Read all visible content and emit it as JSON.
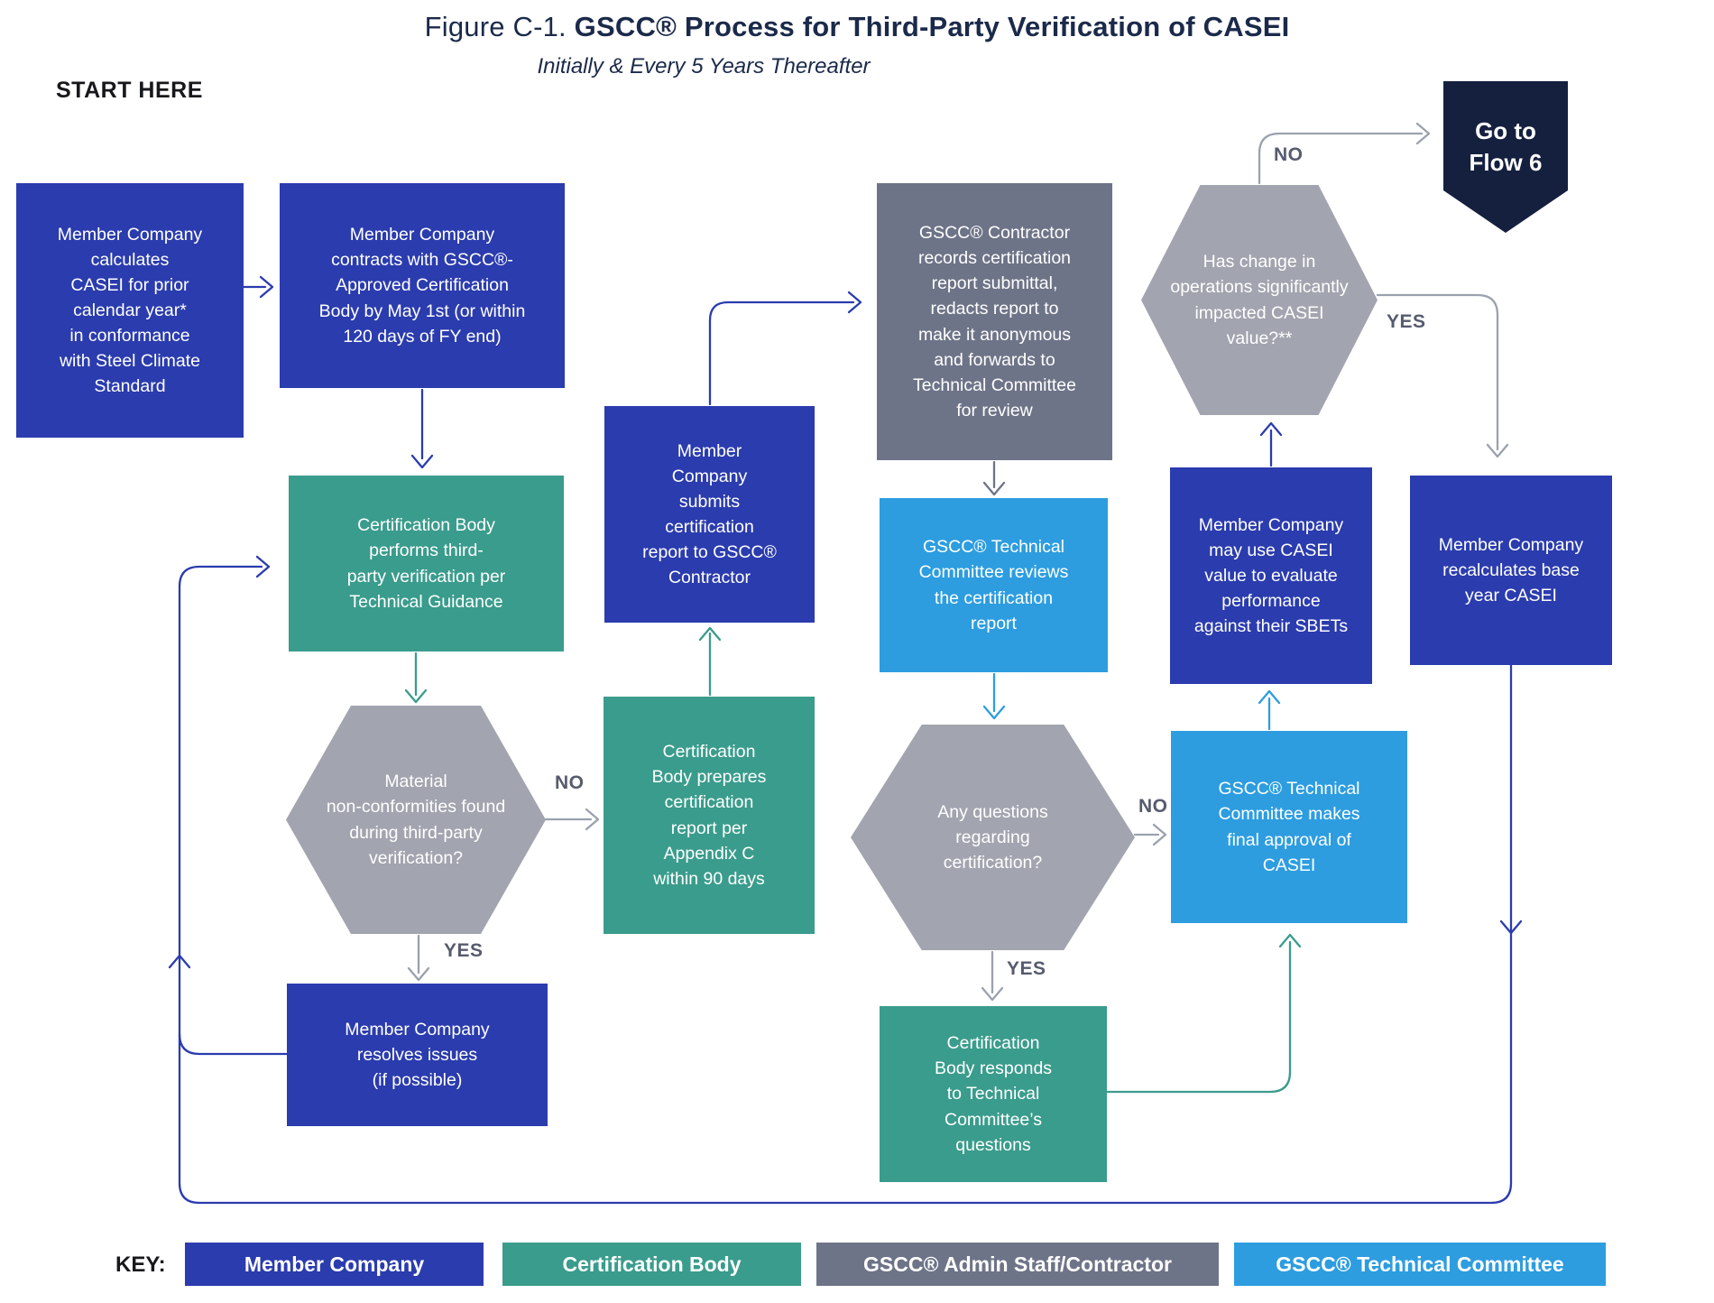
{
  "title": {
    "prefix": "Figure C-1. ",
    "main": "GSCC® Process for Third-Party Verification of CASEI",
    "subtitle": "Initially & Every 5 Years Thereafter"
  },
  "labels": {
    "start_here": "START HERE",
    "key": "KEY:",
    "yes": "YES",
    "no": "NO"
  },
  "banner": {
    "line1": "Go to",
    "line2": "Flow 6"
  },
  "nodes": {
    "calc": {
      "text": "Member Company\ncalculates\nCASEI for prior\ncalendar year*\nin conformance\nwith Steel Climate\nStandard"
    },
    "contracts": {
      "text": "Member Company\ncontracts with GSCC®-\nApproved Certification\nBody by May 1st (or within\n120 days of FY end)"
    },
    "verify": {
      "text": "Certification Body\nperforms third-\nparty verification per\nTechnical Guidance"
    },
    "nonconform": {
      "text": "Material\nnon-conformities found\nduring third-party\nverification?"
    },
    "prepares": {
      "text": "Certification\nBody prepares\ncertification\nreport  per\nAppendix C\nwithin 90 days"
    },
    "resolves": {
      "text": "Member Company\nresolves issues\n(if possible)"
    },
    "submits": {
      "text": "Member\nCompany\nsubmits\ncertification\nreport to GSCC®\nContractor"
    },
    "records": {
      "text": "GSCC® Contractor\nrecords certification\nreport submittal,\nredacts report to\nmake it anonymous\nand  forwards to\nTechnical Committee\nfor review"
    },
    "reviews": {
      "text": "GSCC® Technical\nCommittee reviews\nthe certification\nreport"
    },
    "questions": {
      "text": "Any questions\nregarding\ncertification?"
    },
    "responds": {
      "text": "Certification\nBody responds\nto Technical\nCommittee’s\nquestions"
    },
    "approval": {
      "text": "GSCC® Technical\nCommittee makes\nfinal approval of\nCASEI"
    },
    "sbets": {
      "text": "Member Company\nmay use CASEI\nvalue to evaluate\nperformance\nagainst their SBETs"
    },
    "haschange": {
      "text": "Has change in\noperations significantly\nimpacted CASEI\nvalue?**"
    },
    "recalc": {
      "text": "Member Company\nrecalculates base\nyear CASEI"
    }
  },
  "key_items": [
    {
      "label": "Member Company",
      "color": "#2b3cae"
    },
    {
      "label": "Certification Body",
      "color": "#3a9c8c"
    },
    {
      "label": "GSCC® Admin Staff/Contractor",
      "color": "#6e7488"
    },
    {
      "label": "GSCC® Technical Committee",
      "color": "#2d9de0"
    }
  ],
  "colors": {
    "royal": "#2b3cae",
    "teal": "#3a9c8c",
    "sky": "#2d9de0",
    "slate": "#6e7488",
    "hexgray": "#a2a4af",
    "grayarrow": "#9ba1ad",
    "navy": "#1b2a4a",
    "banner": "#15203f",
    "labelgray": "#565b6e",
    "bg": "#ffffff"
  }
}
